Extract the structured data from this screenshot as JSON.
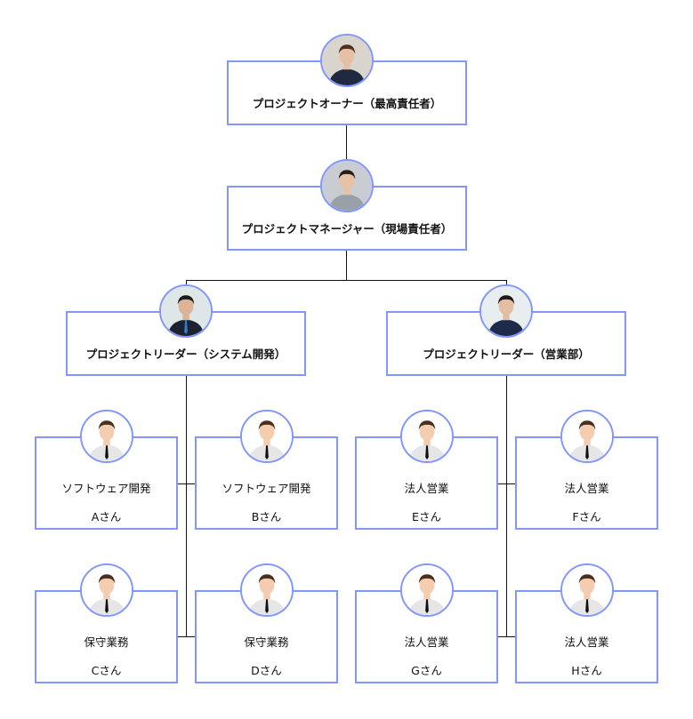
{
  "chart": {
    "owner": {
      "title": "プロジェクトオーナー（最高責任者）",
      "photo": "woman-with-glasses-photo"
    },
    "manager": {
      "title": "プロジェクトマネージャー（現場責任者）",
      "photo": "woman-smiling-photo"
    },
    "leaders": [
      {
        "title": "プロジェクトリーダー（システム開発）",
        "photo": "man-in-suit-photo"
      },
      {
        "title": "プロジェクトリーダー（営業部）",
        "photo": "woman-in-office-photo"
      }
    ],
    "members": [
      {
        "dept": "ソフトウェア開発",
        "name": "Aさん"
      },
      {
        "dept": "ソフトウェア開発",
        "name": "Bさん"
      },
      {
        "dept": "法人営業",
        "name": "Eさん"
      },
      {
        "dept": "法人営業",
        "name": "Fさん"
      },
      {
        "dept": "保守業務",
        "name": "Cさん"
      },
      {
        "dept": "保守業務",
        "name": "Dさん"
      },
      {
        "dept": "法人営業",
        "name": "Gさん"
      },
      {
        "dept": "法人営業",
        "name": "Hさん"
      }
    ],
    "colors": {
      "border": "#8196ff",
      "line": "#111111"
    }
  }
}
